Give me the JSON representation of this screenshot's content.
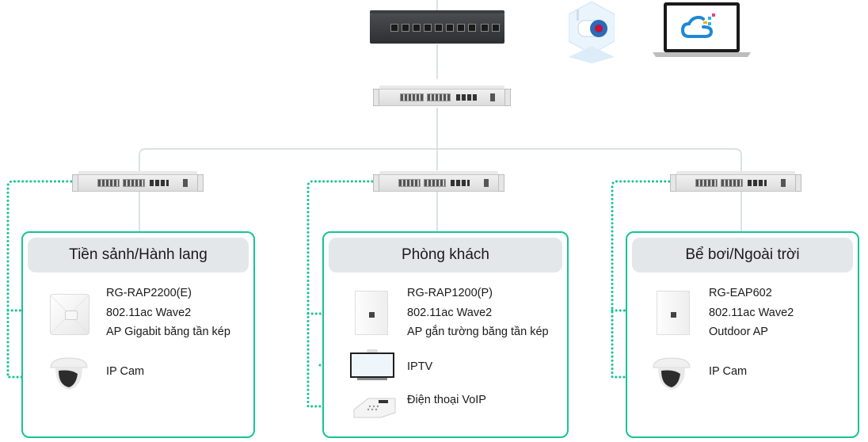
{
  "diagram": {
    "title": "",
    "core": {
      "poe_switch": "poe-router-switch",
      "cloud_camera": "cloud-camera",
      "cloud_laptop": "cloud-management-laptop",
      "aggregation_switch": "aggregation-switch"
    },
    "colors": {
      "zone_border": "#17c494",
      "dotted_link": "#17c494",
      "trunk_line": "#dbe1e6",
      "zone_header_bg": "#e4e7ea"
    },
    "zones": [
      {
        "title": "Tiền sảnh/Hành lang",
        "devices": [
          {
            "icon": "ceiling-ap",
            "lines": [
              "RG-RAP2200(E)",
              "802.11ac Wave2",
              "AP Gigabit băng tần kép"
            ]
          },
          {
            "icon": "dome-camera",
            "lines": [
              "IP Cam"
            ]
          }
        ]
      },
      {
        "title": "Phòng khách",
        "devices": [
          {
            "icon": "wall-ap",
            "lines": [
              "RG-RAP1200(P)",
              "802.11ac Wave2",
              "AP gắn tường băng tần kép"
            ]
          },
          {
            "icon": "tv",
            "lines": [
              "IPTV"
            ]
          },
          {
            "icon": "voip-phone",
            "lines": [
              "Điện thoại VoIP"
            ]
          }
        ]
      },
      {
        "title": "Bể bơi/Ngoài trời",
        "devices": [
          {
            "icon": "wall-ap",
            "lines": [
              "RG-EAP602",
              "802.11ac Wave2",
              "Outdoor AP"
            ]
          },
          {
            "icon": "dome-camera",
            "lines": [
              "IP Cam"
            ]
          }
        ]
      }
    ]
  }
}
